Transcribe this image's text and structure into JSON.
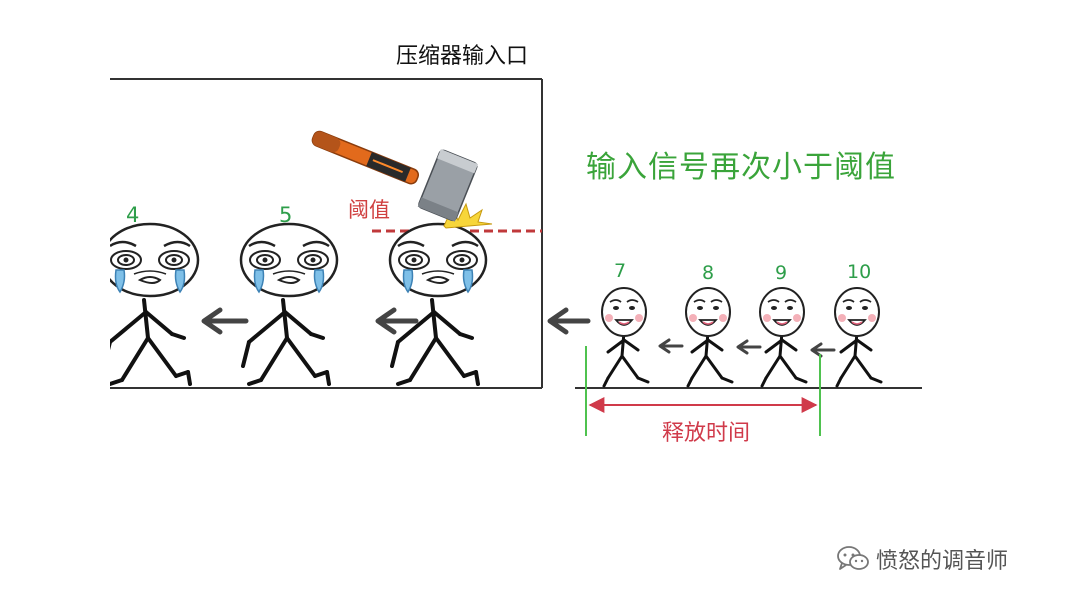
{
  "diagram": {
    "box_title": "压缩器输入口",
    "headline": "输入信号再次小于阈值",
    "threshold_label": "阈值",
    "release_label": "释放时间",
    "inside_numbers": [
      "4",
      "5"
    ],
    "outside_numbers": [
      "7",
      "8",
      "9",
      "10"
    ],
    "colors": {
      "headline": "#3aa43a",
      "numbers": "#2e9e4a",
      "threshold": "#c0393b",
      "release": "#d03a4a",
      "marker_line": "#4fc24f"
    },
    "icons": [
      "hammer-icon",
      "crying-face-figure",
      "relieved-face-figure",
      "arrow-left-icon",
      "wechat-icon"
    ]
  },
  "watermark": {
    "text": "愤怒的调音师"
  }
}
